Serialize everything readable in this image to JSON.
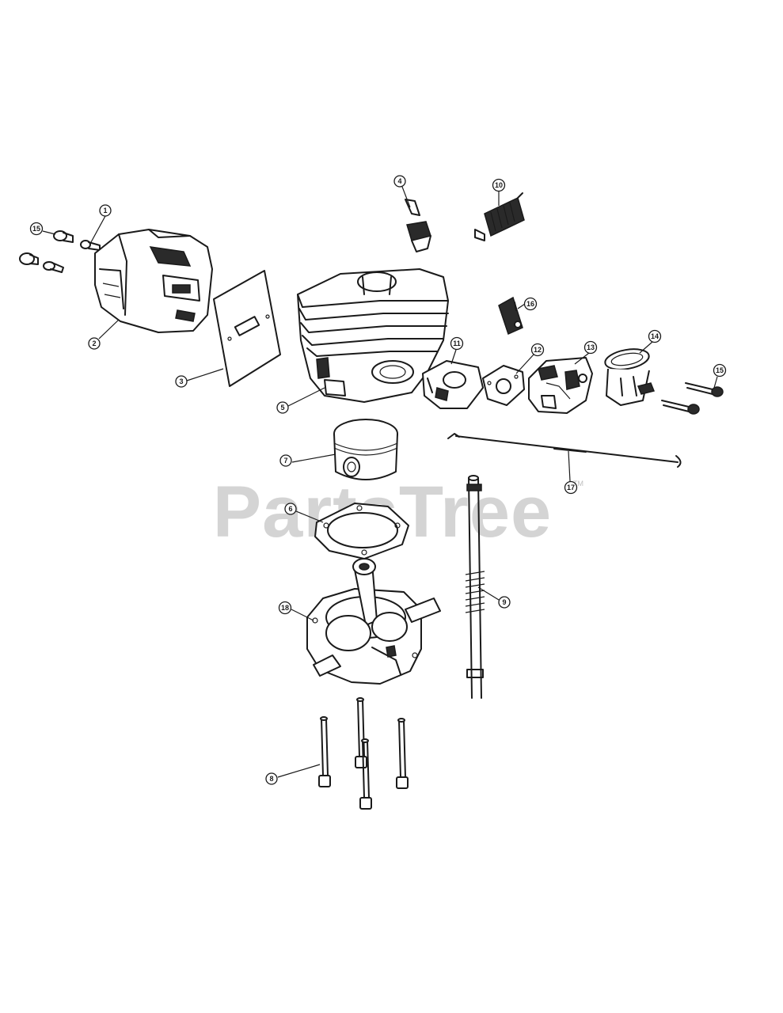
{
  "watermark": {
    "text": "PartsTree",
    "trademark": "TM"
  },
  "callouts": [
    {
      "id": "c1",
      "label": "1"
    },
    {
      "id": "c15a",
      "label": "15"
    },
    {
      "id": "c2",
      "label": "2"
    },
    {
      "id": "c3",
      "label": "3"
    },
    {
      "id": "c4",
      "label": "4"
    },
    {
      "id": "c10",
      "label": "10"
    },
    {
      "id": "c5",
      "label": "5"
    },
    {
      "id": "c16a",
      "label": "16"
    },
    {
      "id": "c11",
      "label": "11"
    },
    {
      "id": "c12",
      "label": "12"
    },
    {
      "id": "c13",
      "label": "13"
    },
    {
      "id": "c14",
      "label": "14"
    },
    {
      "id": "c15b",
      "label": "15"
    },
    {
      "id": "c7",
      "label": "7"
    },
    {
      "id": "c17",
      "label": "17"
    },
    {
      "id": "c6",
      "label": "6"
    },
    {
      "id": "c9",
      "label": "9"
    },
    {
      "id": "c18",
      "label": "18"
    },
    {
      "id": "c8",
      "label": "8"
    }
  ]
}
